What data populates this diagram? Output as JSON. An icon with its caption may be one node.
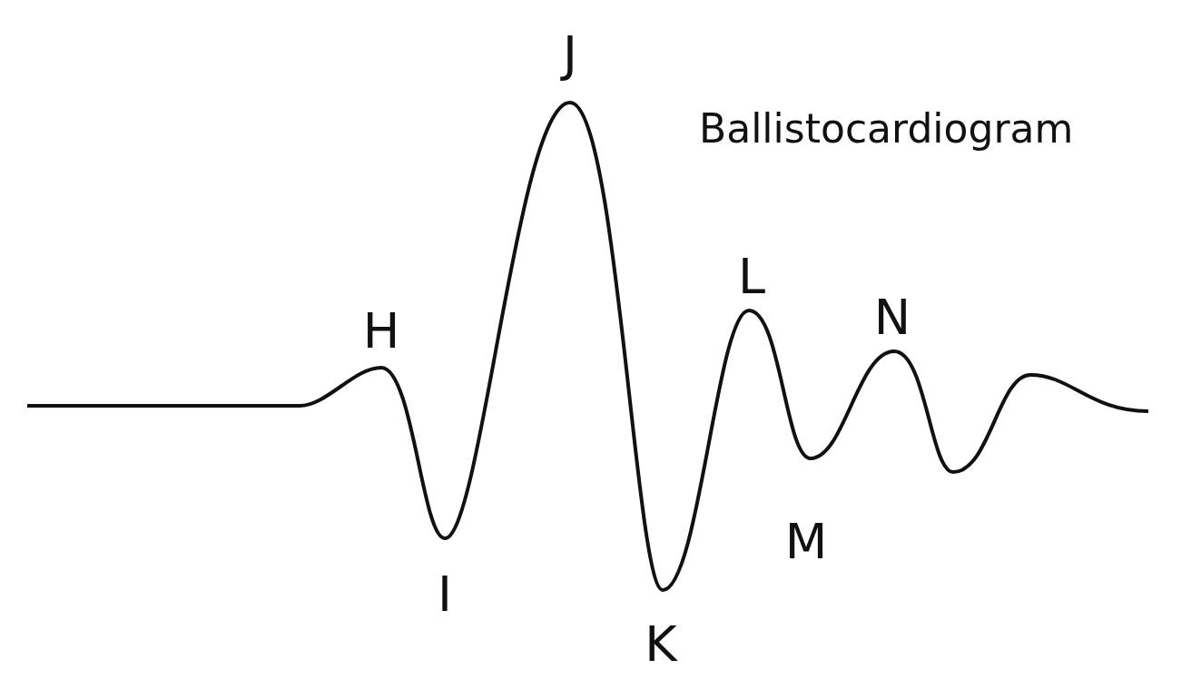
{
  "diagram": {
    "title": "Ballistocardiogram",
    "labels": [
      "H",
      "I",
      "J",
      "K",
      "L",
      "M",
      "N"
    ]
  }
}
